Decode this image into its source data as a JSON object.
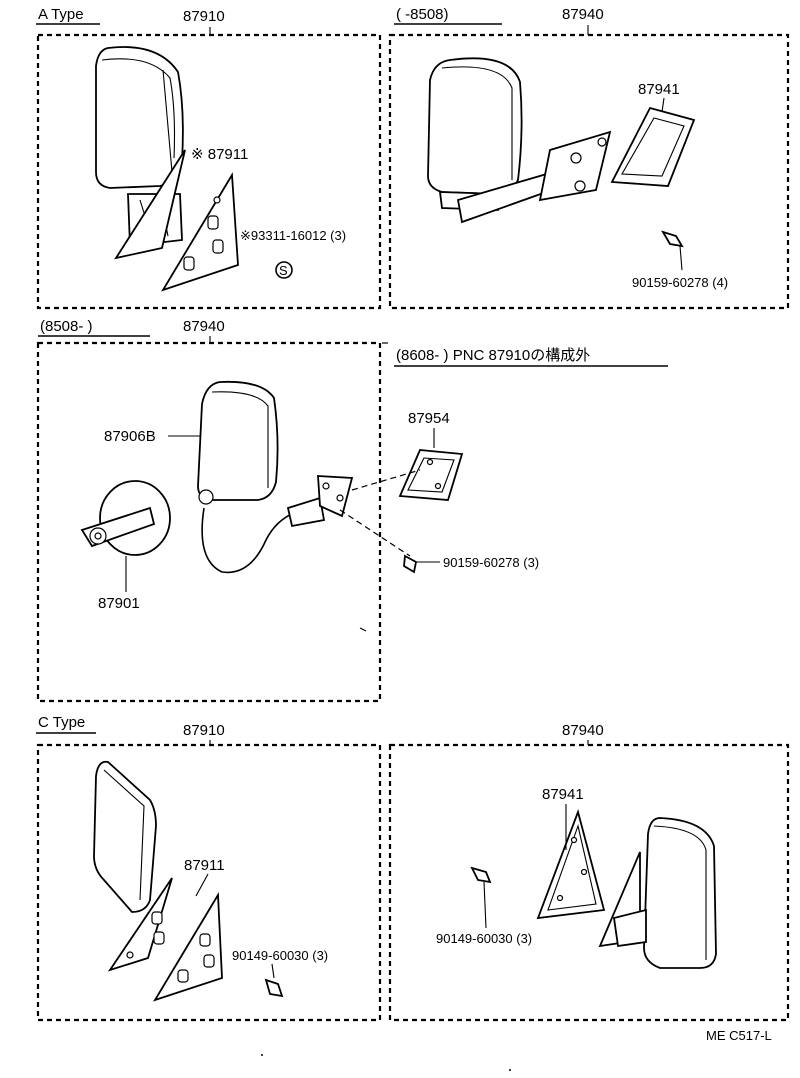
{
  "sections": {
    "a_type": {
      "label": "A Type"
    },
    "c_type": {
      "label": "C Type"
    }
  },
  "groups": {
    "a_left": {
      "title": "87910"
    },
    "a_right": {
      "title": "87940",
      "range": "(     -8508)"
    },
    "middle": {
      "title": "87940",
      "range": "(8508-      )"
    },
    "c_left": {
      "title": "87910"
    },
    "c_right": {
      "title": "87940"
    }
  },
  "parts": {
    "a_left_bracket": "※ 87911",
    "a_left_screw": "※93311-16012 (3)",
    "a_left_screw_mark": "S",
    "a_right_bracket": "87941",
    "a_right_bolt": "90159-60278 (4)",
    "mid_mirror": "87906B",
    "mid_round_mirror": "87901",
    "mid_note": "(8608-        ) PNC 87910の構成外",
    "mid_bracket": "87954",
    "mid_bolt": "90159-60278 (3)",
    "c_left_bracket": "87911",
    "c_left_bolt": "90149-60030 (3)",
    "c_right_bracket": "87941",
    "c_right_bolt": "90149-60030 (3)"
  },
  "footer": {
    "code": "ME C517-L"
  }
}
